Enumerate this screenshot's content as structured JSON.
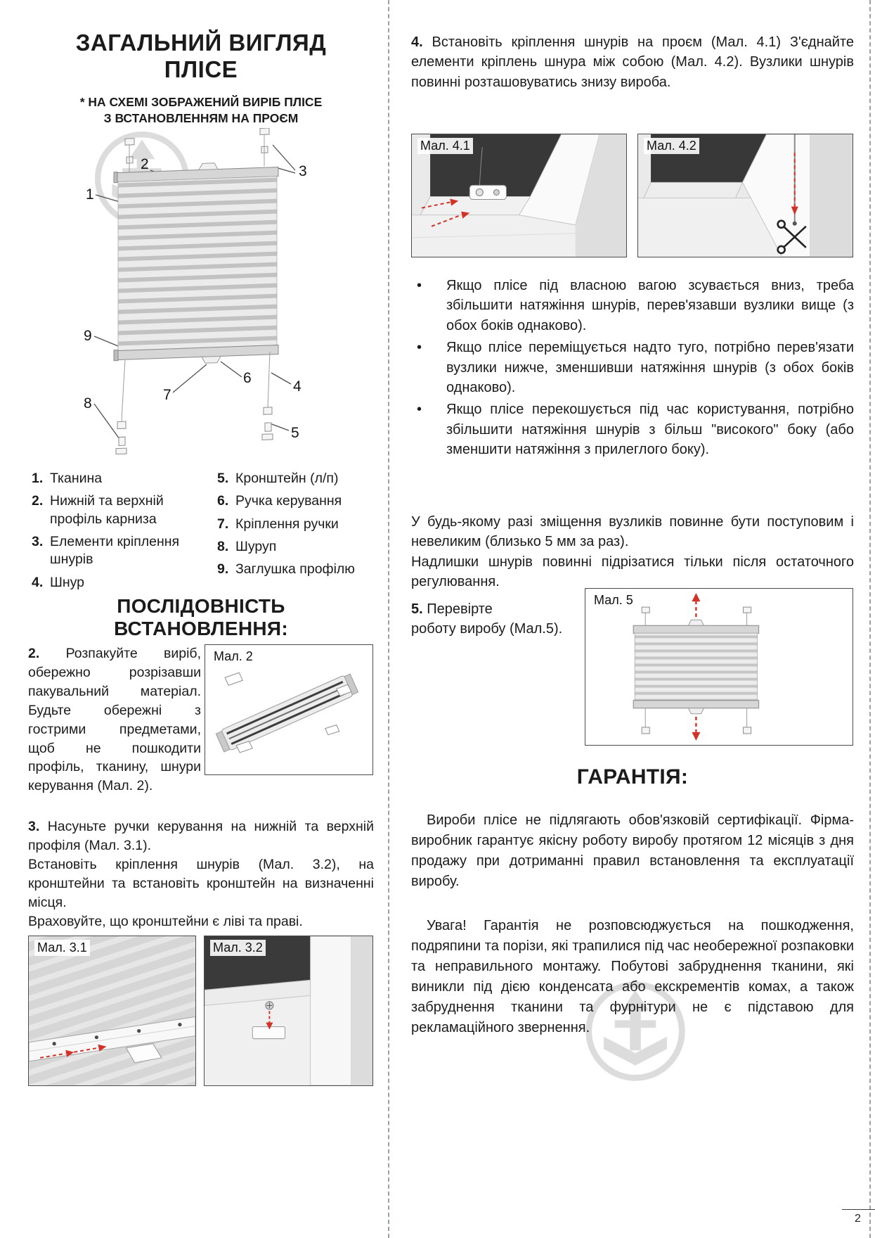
{
  "page": {
    "number": "2"
  },
  "colors": {
    "arrow_red": "#d23328",
    "watermark_gray": "#dcdcdc",
    "text": "#1b1b1b"
  },
  "left_column": {
    "title": [
      "ЗАГАЛЬНИЙ ВИГЛЯД",
      "ПЛІСЕ"
    ],
    "subtitle": [
      "* НА СХЕМІ ЗОБРАЖЕНИЙ ВИРІБ ПЛІСЕ",
      "З ВСТАНОВЛЕННЯМ НА ПРОЄМ"
    ],
    "diagram_callouts": [
      "1",
      "2",
      "3",
      "4",
      "5",
      "6",
      "7",
      "8",
      "9"
    ],
    "legend_col1": [
      {
        "num": "1.",
        "label": "Тканина"
      },
      {
        "num": "2.",
        "label": "Нижній та верхній профіль карниза"
      },
      {
        "num": "3.",
        "label": "Елементи кріплення шнурів"
      },
      {
        "num": "4.",
        "label": "Шнур"
      }
    ],
    "legend_col2": [
      {
        "num": "5.",
        "label": "Кронштейн (л/п)"
      },
      {
        "num": "6.",
        "label": "Ручка керування"
      },
      {
        "num": "7.",
        "label": "Кріплення ручки"
      },
      {
        "num": "8.",
        "label": "Шуруп"
      },
      {
        "num": "9.",
        "label": "Заглушка профілю"
      }
    ],
    "sequence_title": "ПОСЛІДОВНІСТЬ ВСТАНОВЛЕННЯ:",
    "step2": {
      "num": "2.",
      "text": "Розпакуйте виріб, обережно розрізавши пакувальний матеріал. Будьте обережні з гострими предметами, щоб не пошкодити профіль, тканину, шнури керування (Мал. 2)."
    },
    "fig2_label": "Мал. 2",
    "step3": {
      "num": "3.",
      "s1": "Насуньте ручки керування на нижній та верхній профіля (Мал. 3.1).",
      "s2": "Встановіть кріплення шнурів (Мал. 3.2), на кронштейни та встановіть кронштейн на визначенні місця.",
      "s3": "Враховуйте, що кронштейни є ліві та праві."
    },
    "fig31_label": "Мал. 3.1",
    "fig32_label": "Мал. 3.2"
  },
  "right_column": {
    "step4": {
      "num": "4.",
      "text": "Встановіть кріплення шнурів на проєм (Мал. 4.1) З'єднайте елементи кріплень шнура між собою (Мал. 4.2). Вузлики шнурів повинні розташовуватись знизу вироба."
    },
    "fig41_label": "Мал. 4.1",
    "fig42_label": "Мал. 4.2",
    "bullet_char": "•",
    "bullets": [
      "Якщо плісе під власною вагою зсувається вниз, треба збільшити натяжіння шнурів, перев'язавши вузлики вище (з обох боків однаково).",
      "Якщо плісе переміщується надто туго, потрібно перев'язати вузлики нижче, зменшивши натяжіння шнурів (з обох боків однаково).",
      "Якщо плісе перекошується під час користування, потрібно збільшити натяжіння шнурів з більш \"високого\" боку (або зменшити натяжіння з прилеглого боку)."
    ],
    "note1": "У будь-якому разі зміщення вузликів повинне бути поступовим і невеликим (близько 5 мм за раз).",
    "note2": "Надлишки шнурів повинні підрізатися тільки після остаточного регулювання.",
    "step5": {
      "num": "5.",
      "line1": "Перевірте",
      "line2": "роботу виробу (Мал.5)."
    },
    "fig5_label": "Мал. 5",
    "warranty": {
      "title": "ГАРАНТІЯ:",
      "p1": "Вироби плісе не підлягають обов'язковій сертифікації. Фірма-виробник гарантує якісну роботу виробу протягом 12 місяців з дня продажу при дотриманні правил встановлення та експлуатації виробу.",
      "p2": "Увага! Гарантія не розповсюджується на пошкодження, подряпини та порізи, які трапилися під час необережної розпаковки та неправильного монтажу. Побутові забруднення тканини, які виникли під дією конденсата або екскрементів комах, а також забруднення тканини та фурнітури не є підставою для рекламаційного звернення."
    }
  }
}
